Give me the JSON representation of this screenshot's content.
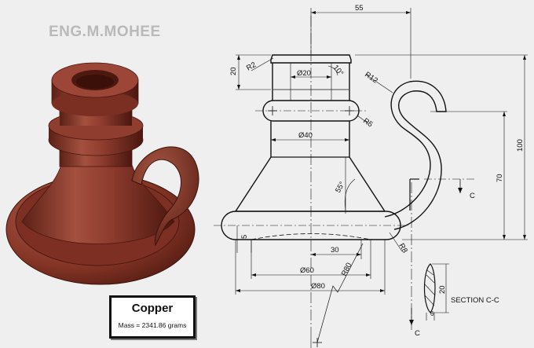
{
  "author": "ENG.M.MOHEE",
  "material": {
    "name": "Copper",
    "mass": "Mass = 2341.86 grams"
  },
  "dimensions": {
    "top_width": "55",
    "neck_height": "20",
    "top_fillet": "R2",
    "neck_diameter": "Ø20",
    "taper_angle": "10°",
    "handle_radius": "R12",
    "ring_radius": "R5",
    "body_diameter": "Ø40",
    "overall_height": "100",
    "handle_height": "70",
    "cone_angle": "55°",
    "base_thickness": "5",
    "base_fillet": "R8",
    "offset_30": "30",
    "base_inner_diameter": "Ø60",
    "base_dish_radius": "R80",
    "base_outer_diameter": "Ø80",
    "section_height": "20",
    "section_width": "6"
  },
  "section": {
    "label": "SECTION C-C",
    "cut_letter_top": "C",
    "cut_letter_bottom": "C"
  },
  "colors": {
    "copper_base": "#8b3a2c",
    "copper_light": "#b86a58",
    "copper_dark": "#4e1a12",
    "background": "#efefef"
  }
}
